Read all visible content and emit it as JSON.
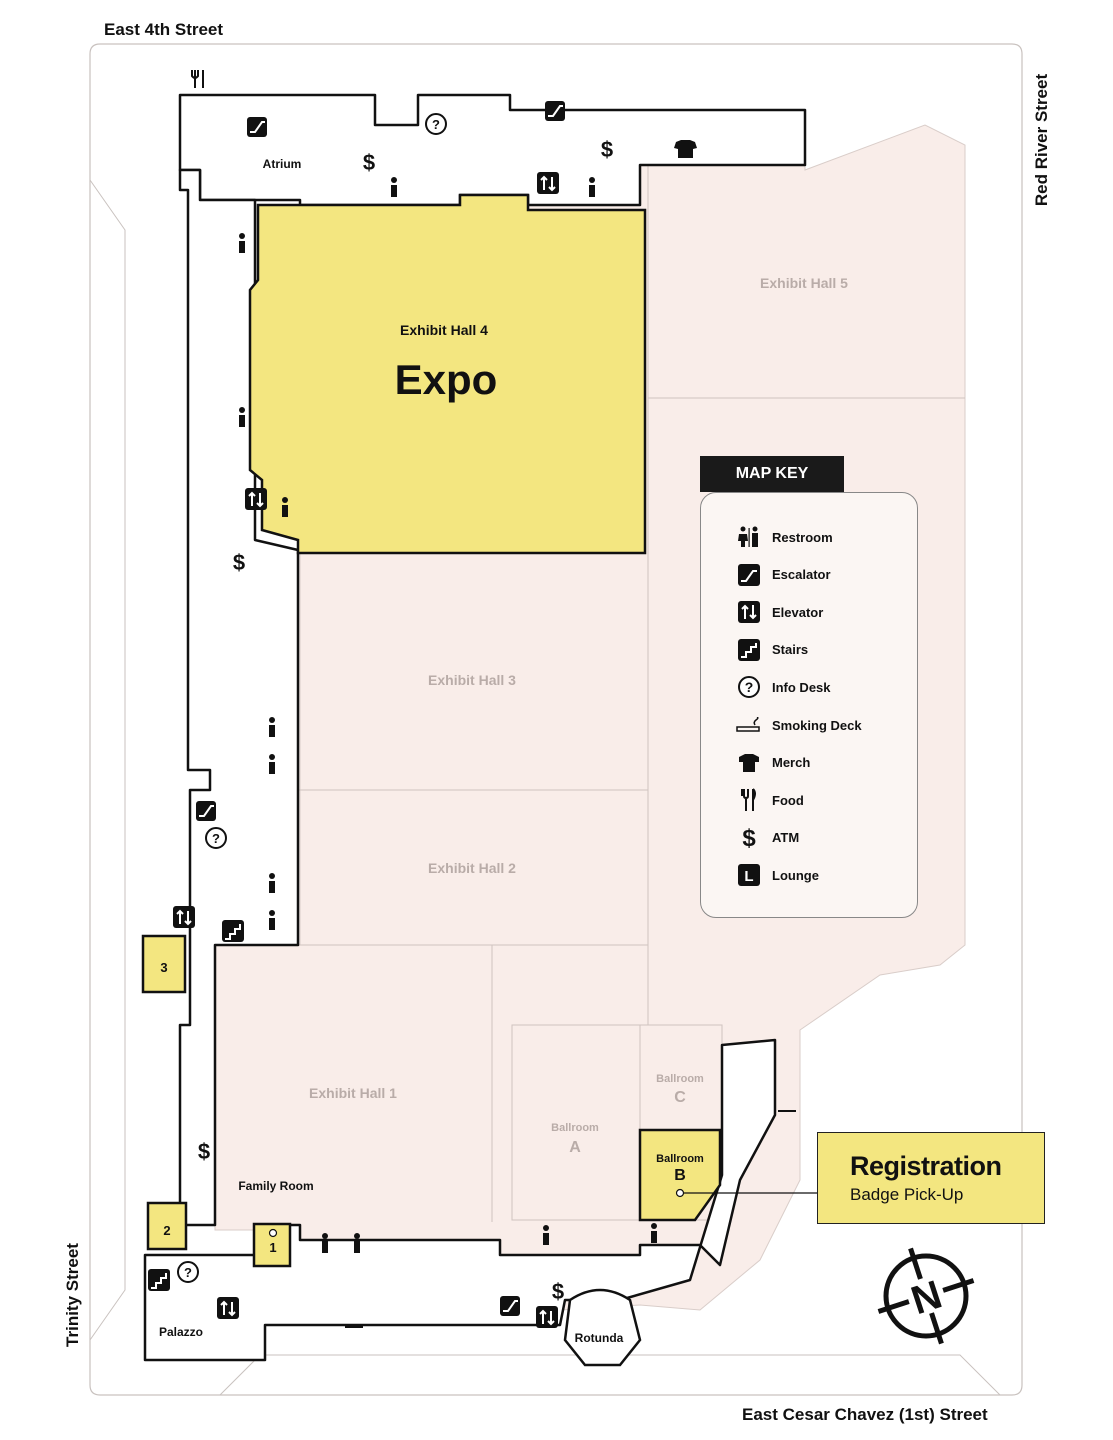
{
  "streets": {
    "north": "East 4th Street",
    "east": "Red River Street",
    "west": "Trinity Street",
    "south": "East Cesar Chavez (1st) Street"
  },
  "halls": {
    "hall4_name": "Exhibit Hall 4",
    "hall4_event": "Expo",
    "hall5": "Exhibit Hall 5",
    "hall3": "Exhibit Hall 3",
    "hall2": "Exhibit Hall 2",
    "hall1": "Exhibit Hall 1"
  },
  "ballrooms": {
    "a_name": "Ballroom",
    "a_letter": "A",
    "b_name": "Ballroom",
    "b_letter": "B",
    "c_name": "Ballroom",
    "c_letter": "C"
  },
  "areas": {
    "atrium": "Atrium",
    "family_room": "Family Room",
    "palazzo": "Palazzo",
    "rotunda": "Rotunda"
  },
  "lounges": [
    "1",
    "2",
    "3"
  ],
  "registration": {
    "title": "Registration",
    "subtitle": "Badge Pick-Up"
  },
  "map_key": {
    "title": "MAP KEY",
    "items": [
      {
        "icon": "restroom-icon",
        "label": "Restroom"
      },
      {
        "icon": "escalator-icon",
        "label": "Escalator"
      },
      {
        "icon": "elevator-icon",
        "label": "Elevator"
      },
      {
        "icon": "stairs-icon",
        "label": "Stairs"
      },
      {
        "icon": "info-desk-icon",
        "label": "Info Desk"
      },
      {
        "icon": "smoking-deck-icon",
        "label": "Smoking Deck"
      },
      {
        "icon": "merch-icon",
        "label": "Merch"
      },
      {
        "icon": "food-icon",
        "label": "Food"
      },
      {
        "icon": "atm-icon",
        "label": "ATM"
      },
      {
        "icon": "lounge-icon",
        "label": "Lounge"
      }
    ]
  },
  "glyphs": {
    "atm": "$",
    "info": "?",
    "lounge": "L",
    "compass": "N"
  },
  "colors": {
    "highlight": "#f3e680",
    "floor": "#f9ede9",
    "corridor": "#ffffff",
    "ink": "#111111",
    "muted_label": "#b9aca8"
  }
}
